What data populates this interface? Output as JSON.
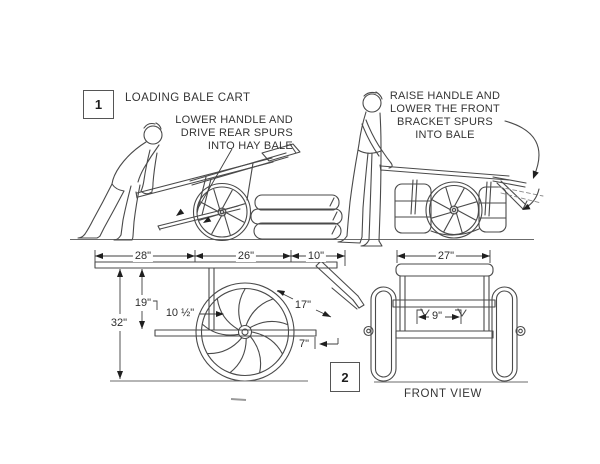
{
  "step1": {
    "number": "1",
    "title": "LOADING BALE CART",
    "note_lower_lines": [
      "LOWER HANDLE AND",
      "DRIVE REAR SPURS",
      "INTO HAY BALE"
    ],
    "note_raise_lines": [
      "RAISE HANDLE AND",
      "LOWER THE FRONT",
      "BRACKET SPURS",
      "INTO BALE"
    ]
  },
  "step2": {
    "number": "2",
    "side_view": {
      "dim_deck_left": "28\"",
      "dim_deck_mid": "26\"",
      "dim_deck_right": "10\"",
      "dim_overall_height": "32\"",
      "dim_frame_height": "19\"",
      "dim_post_height": "10 ½\"",
      "dim_bracket_length": "17\"",
      "dim_axle_offset": "7\""
    },
    "front_view": {
      "label": "FRONT VIEW",
      "dim_overall_width": "27\"",
      "dim_spur_spacing": "9\""
    }
  },
  "colors": {
    "ink": "#4a4a4a",
    "text": "#353535",
    "background": "#ffffff"
  }
}
